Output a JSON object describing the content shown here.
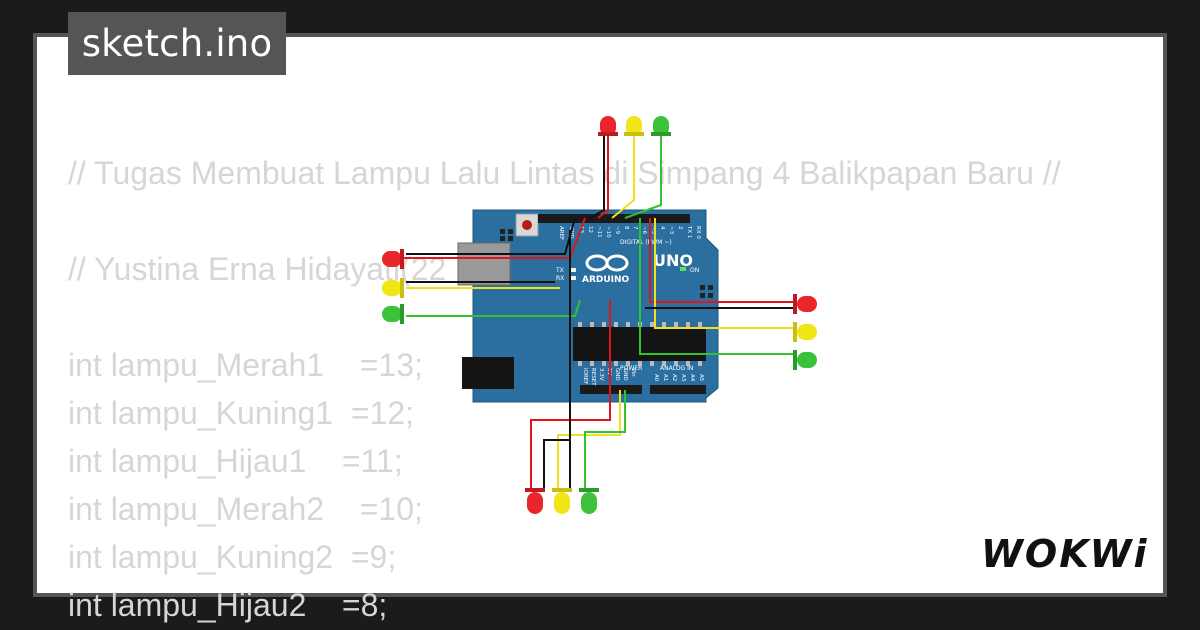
{
  "project": {
    "title": "sketch.ino"
  },
  "code_lines": [
    "// Tugas Membuat Lampu Lalu Lintas di Simpang 4 Balikpapan Baru //",
    "",
    "// Yustina Erna Hidayati(22",
    "",
    "int lampu_Merah1    =13;",
    "int lampu_Kuning1  =12;",
    "int lampu_Hijau1    =11;",
    "int lampu_Merah2    =10;",
    "int lampu_Kuning2  =9;",
    "int lampu_Hijau2    =8;"
  ],
  "board": {
    "logo_text": "ARDUINO",
    "model": "UNO",
    "digital_label": "DIGITAL (PWM ~)",
    "analog_label": "ANALOG IN",
    "power_label": "POWER",
    "on_label": "ON",
    "tx_label": "TX",
    "rx_label": "RX",
    "aref_label": "AREF",
    "gnd_label": "GND",
    "pin_labels": [
      "13",
      "12",
      "~11",
      "~10",
      "~9",
      "8",
      "7",
      "~6",
      "~5",
      "4",
      "~3",
      "2",
      "TX 1",
      "RX 0"
    ],
    "power_pins": [
      "IOREF",
      "RESET",
      "3.3V",
      "5V",
      "GND",
      "GND",
      "Vin"
    ],
    "analog_pins": [
      "A0",
      "A1",
      "A2",
      "A3",
      "A4",
      "A5"
    ]
  },
  "brand": {
    "logo": "WOKWi"
  },
  "colors": {
    "led_red": "#e8262b",
    "led_yellow": "#f2e515",
    "led_green": "#3cc23a",
    "board_blue": "#2b6fa0",
    "wire_black": "#111111",
    "wire_red": "#e0151b",
    "wire_yellow": "#f0e020",
    "wire_green": "#32c22c"
  }
}
